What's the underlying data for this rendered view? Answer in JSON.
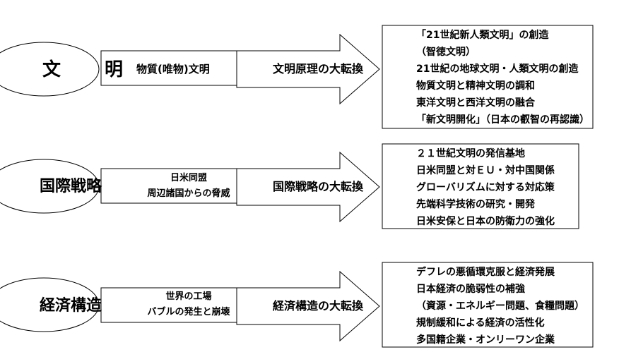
{
  "rows": [
    {
      "category": "文　明",
      "source": [
        "物質(唯物)文明"
      ],
      "transform": "文明原理の大転換",
      "items": [
        "「21世紀新人類文明」の創造",
        "（智徳文明）",
        "21世紀の地球文明・人類文明の創造",
        "物質文明と精神文明の調和",
        "東洋文明と西洋文明の融合",
        "「新文明開化」（日本の叡智の再認識）"
      ]
    },
    {
      "category": "国際戦略",
      "source": [
        "日米同盟",
        "周辺諸国からの脅威"
      ],
      "transform": "国際戦略の大転換",
      "items": [
        "２１世紀文明の発信基地",
        "日米同盟と対ＥＵ・対中国関係",
        "グローバリズムに対する対応策",
        "先端科学技術の研究・開発",
        "日米安保と日本の防衛力の強化"
      ]
    },
    {
      "category": "経済構造",
      "source": [
        "世界の工場",
        "バブルの発生と崩壊"
      ],
      "transform": "経済構造の大転換",
      "items": [
        "デフレの悪循環克服と経済発展",
        "日本経済の脆弱性の補強",
        "（資源・エネルギー問題、食糧問題）",
        "規制緩和による経済の活性化",
        "多国籍企業・オンリーワン企業"
      ]
    }
  ]
}
